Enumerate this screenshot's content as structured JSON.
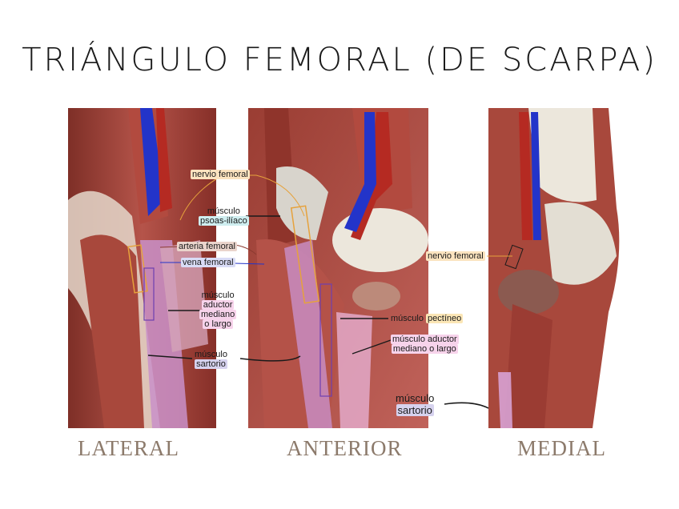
{
  "title": "TRIÁNGULO FEMORAL (DE SCARPA)",
  "views": {
    "lateral": "LATERAL",
    "anterior": "ANTERIOR",
    "medial": "MEDIAL"
  },
  "labels": {
    "nervio_femoral_lateral": "nervio femoral",
    "psoas_line1": "músculo",
    "psoas_line2": "psoas-ilíaco",
    "arteria_femoral": "arteria femoral",
    "vena_femoral": "vena femoral",
    "aductor_left_1": "músculo",
    "aductor_left_2": "aductor",
    "aductor_left_3": "mediano",
    "aductor_left_4": "o largo",
    "sartorio_left_1": "músculo",
    "sartorio_left_2": "sartorio",
    "pectineo_prefix": "músculo",
    "pectineo": "pectíneo",
    "aductor_right_1": "músculo aductor",
    "aductor_right_2": "mediano o largo",
    "nervio_femoral_medial": "nervio femoral",
    "sartorio_right_1": "músculo",
    "sartorio_right_2": "sartorio"
  },
  "colors": {
    "muscle": "#a8483c",
    "muscle_dark": "#7e2f27",
    "tendon": "#e9ddd0",
    "bone": "#ece7dc",
    "vein": "#2334c9",
    "artery": "#b52a22",
    "nerve": "#e6a23c",
    "sartorio": "#c990c9",
    "view_label": "#8c7a6b"
  }
}
